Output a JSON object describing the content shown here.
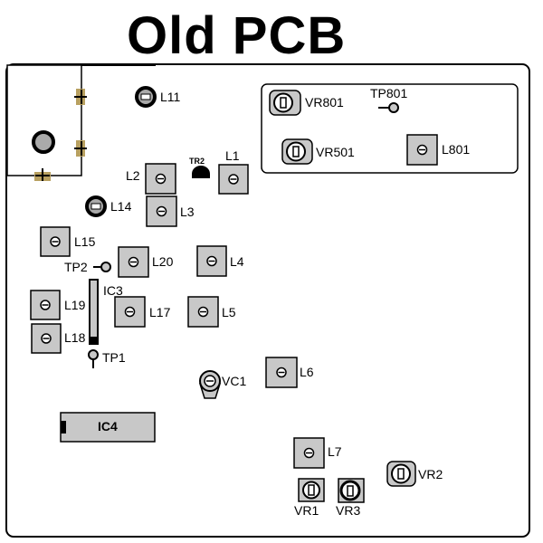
{
  "title": "Old PCB",
  "components": {
    "L11": "L11",
    "L1": "L1",
    "L2": "L2",
    "L3": "L3",
    "L14": "L14",
    "L15": "L15",
    "L20": "L20",
    "L4": "L4",
    "L19": "L19",
    "L17": "L17",
    "L5": "L5",
    "L18": "L18",
    "L6": "L6",
    "L7": "L7",
    "VR801": "VR801",
    "TP801": "TP801",
    "VR501": "VR501",
    "L801": "L801",
    "TR2": "TR2",
    "TP2": "TP2",
    "IC3": "IC3",
    "TP1": "TP1",
    "VC1": "VC1",
    "IC4": "IC4",
    "VR2": "VR2",
    "VR1": "VR1",
    "VR3": "VR3"
  },
  "colors": {
    "pad": "#c8c8c8",
    "board_outline": "#000000",
    "copper": "#b8a060"
  }
}
